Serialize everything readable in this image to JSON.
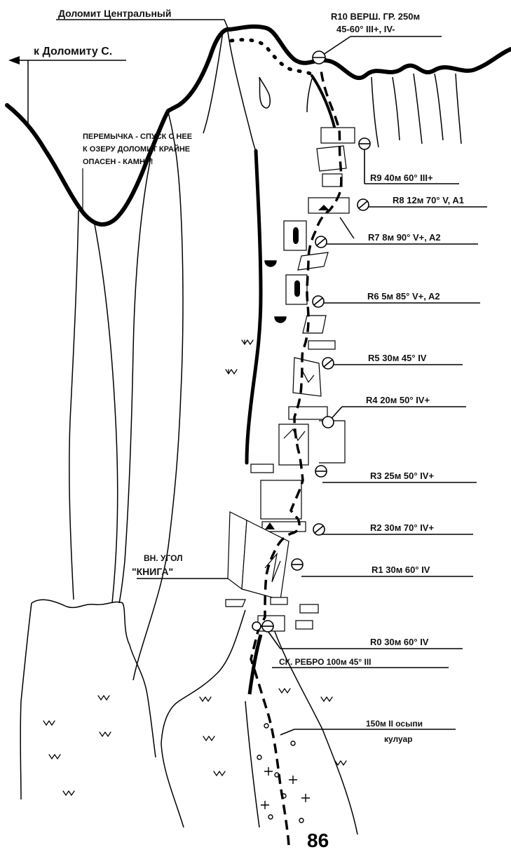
{
  "labels": {
    "title": "Доломит Центральный",
    "to_north": "к Доломиту С.",
    "saddle_line1": "ПЕРЕМЫЧКА - СПУСК С НЕЕ",
    "saddle_line2": "К ОЗЕРУ ДОЛОМИТ КРАЙНЕ",
    "saddle_line3": "ОПАСЕН - КАМНИ!",
    "inner_corner_line1": "ВН. УГОЛ",
    "inner_corner_line2": "\"КНИГА\"",
    "scree_line1": "150м II осыпи",
    "scree_line2": "кулуар",
    "rib": "СК. РЕБРО 100м 45° III",
    "page_number": "86"
  },
  "pitches": [
    {
      "id": "r10",
      "line1": "R10 ВЕРШ. ГР. 250м",
      "line2": "45-60° III+, IV-"
    },
    {
      "id": "r9",
      "line1": "R9 40м 60° III+"
    },
    {
      "id": "r8",
      "line1": "R8 12м 70° V, A1"
    },
    {
      "id": "r7",
      "line1": "R7 8м 90° V+, A2"
    },
    {
      "id": "r6",
      "line1": "R6 5м 85° V+, A2"
    },
    {
      "id": "r5",
      "line1": "R5 30м 45° IV"
    },
    {
      "id": "r4",
      "line1": "R4 20м 50° IV+"
    },
    {
      "id": "r3",
      "line1": "R3 25м 50° IV+"
    },
    {
      "id": "r2",
      "line1": "R2 30м 70° IV+"
    },
    {
      "id": "r1",
      "line1": "R1 30м 60° IV"
    },
    {
      "id": "r0",
      "line1": "R0 30м 60° IV"
    }
  ]
}
